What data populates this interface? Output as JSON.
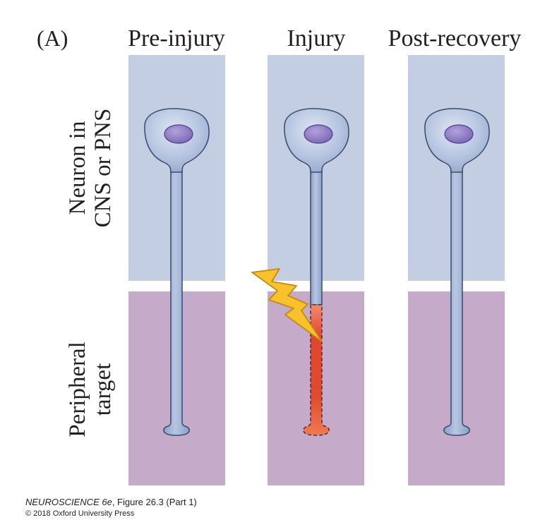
{
  "panel_label": "(A)",
  "columns": [
    {
      "title": "Pre-injury",
      "state": "intact"
    },
    {
      "title": "Injury",
      "state": "injured"
    },
    {
      "title": "Post-recovery",
      "state": "regenerated"
    }
  ],
  "rows": {
    "neuron": "Neuron in\nCNS or PNS",
    "target": "Peripheral\ntarget"
  },
  "credit": {
    "book": "NEUROSCIENCE 6e",
    "figure": ", Figure 26.3 (Part 1)",
    "copyright": "© 2018 Oxford University Press"
  },
  "colors": {
    "cns_zone": "#c3cee3",
    "target_zone": "#c6aac9",
    "neuron_fill": "#9fb3d6",
    "nucleus": "#8c79c0",
    "injury": "#e5573a",
    "lightning": "#f7c22a"
  },
  "icons": {
    "injury_marker": "lightning-bolt-icon"
  }
}
